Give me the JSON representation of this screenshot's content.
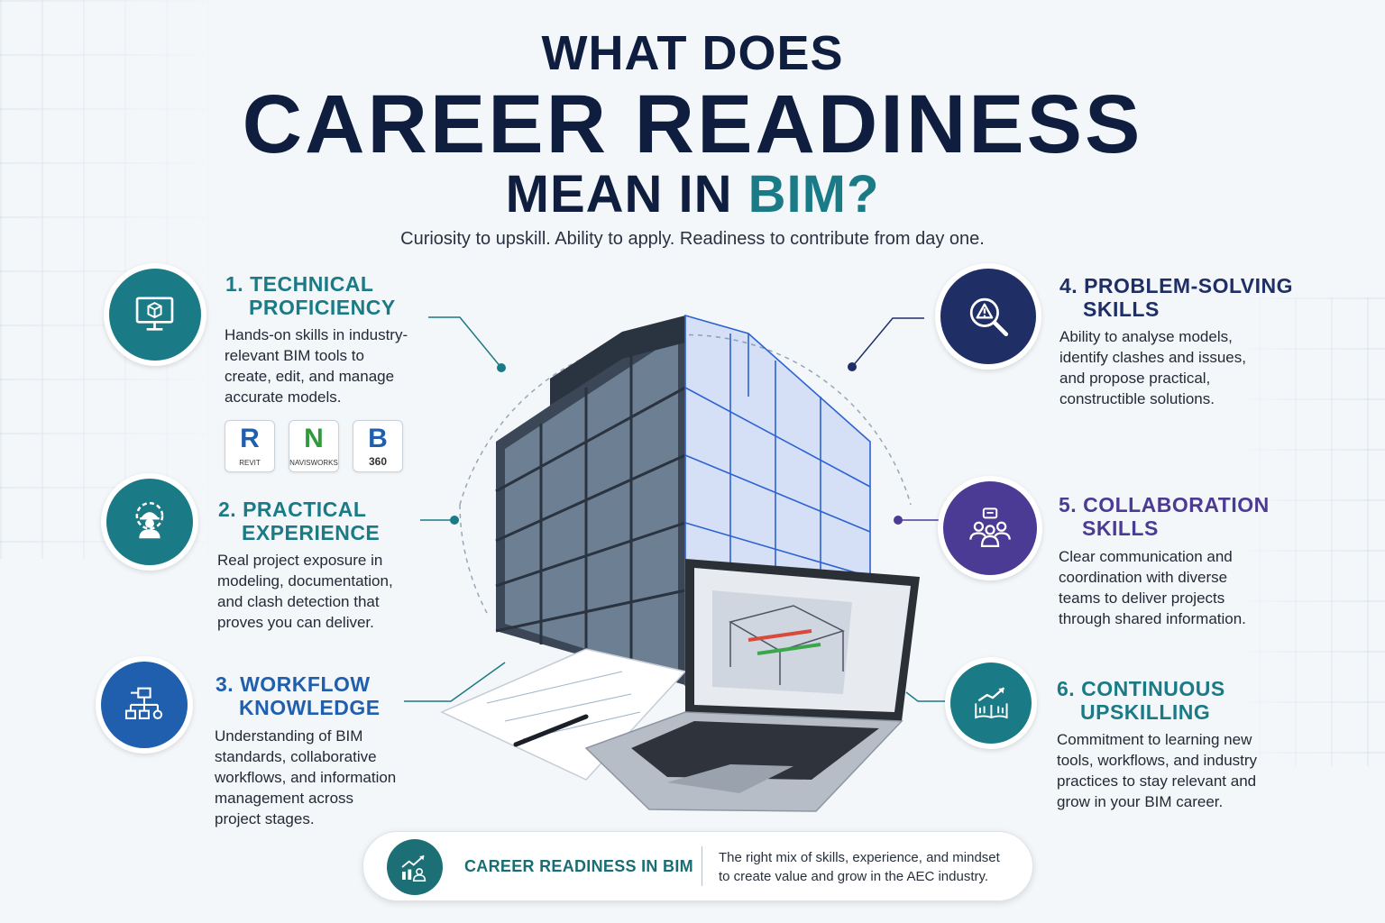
{
  "header": {
    "line1": "WHAT DOES",
    "line2": "CAREER READINESS",
    "line3_prefix": "MEAN IN ",
    "line3_accent": "BIM?",
    "tagline": "Curiosity to upskill. Ability to apply. Readiness to contribute from day one."
  },
  "colors": {
    "navy": "#0f1d3f",
    "teal": "#1a7a86",
    "blue": "#1f5fae",
    "purple": "#4b3b94",
    "dark_navy": "#1f2f66"
  },
  "items": [
    {
      "number": "1.",
      "title_line1": "TECHNICAL",
      "title_line2": "PROFICIENCY",
      "icon": "monitor-cube-icon",
      "desc": [
        "Hands-on skills in industry-",
        "relevant BIM tools to",
        "create, edit, and manage",
        "accurate models."
      ]
    },
    {
      "number": "2.",
      "title_line1": "PRACTICAL",
      "title_line2": "EXPERIENCE",
      "icon": "worker-gear-icon",
      "desc": [
        "Real project exposure in",
        "modeling, documentation,",
        "and clash detection that",
        "proves you can deliver."
      ]
    },
    {
      "number": "3.",
      "title_line1": "WORKFLOW",
      "title_line2": "KNOWLEDGE",
      "icon": "workflow-icon",
      "desc": [
        "Understanding of BIM",
        "standards, collaborative",
        "workflows, and information",
        "management across",
        "project stages."
      ]
    },
    {
      "number": "4.",
      "title_line1": "PROBLEM-SOLVING",
      "title_line2": "SKILLS",
      "icon": "magnifier-warning-icon",
      "desc": [
        "Ability to analyse models,",
        "identify clashes and issues,",
        "and propose practical,",
        "constructible solutions."
      ]
    },
    {
      "number": "5.",
      "title_line1": "COLLABORATION",
      "title_line2": "SKILLS",
      "icon": "team-chat-icon",
      "desc": [
        "Clear communication and",
        "coordination with diverse",
        "teams to deliver projects",
        "through shared information."
      ]
    },
    {
      "number": "6.",
      "title_line1": "CONTINUOUS",
      "title_line2": "UPSKILLING",
      "icon": "book-growth-icon",
      "desc": [
        "Commitment to learning new",
        "tools, workflows, and industry",
        "practices to stay relevant and",
        "grow in your BIM career."
      ]
    }
  ],
  "tools": [
    {
      "letter": "R",
      "label": "REVIT",
      "color": "#1f5fae"
    },
    {
      "letter": "N",
      "label": "NAVISWORKS",
      "color": "#2e9b3a"
    },
    {
      "letter": "B",
      "label": "360",
      "color": "#1f5fae"
    }
  ],
  "footer": {
    "title": "CAREER READINESS IN BIM",
    "desc_line1": "The right mix of skills, experience, and mindset",
    "desc_line2": "to create value and grow in the AEC industry."
  }
}
